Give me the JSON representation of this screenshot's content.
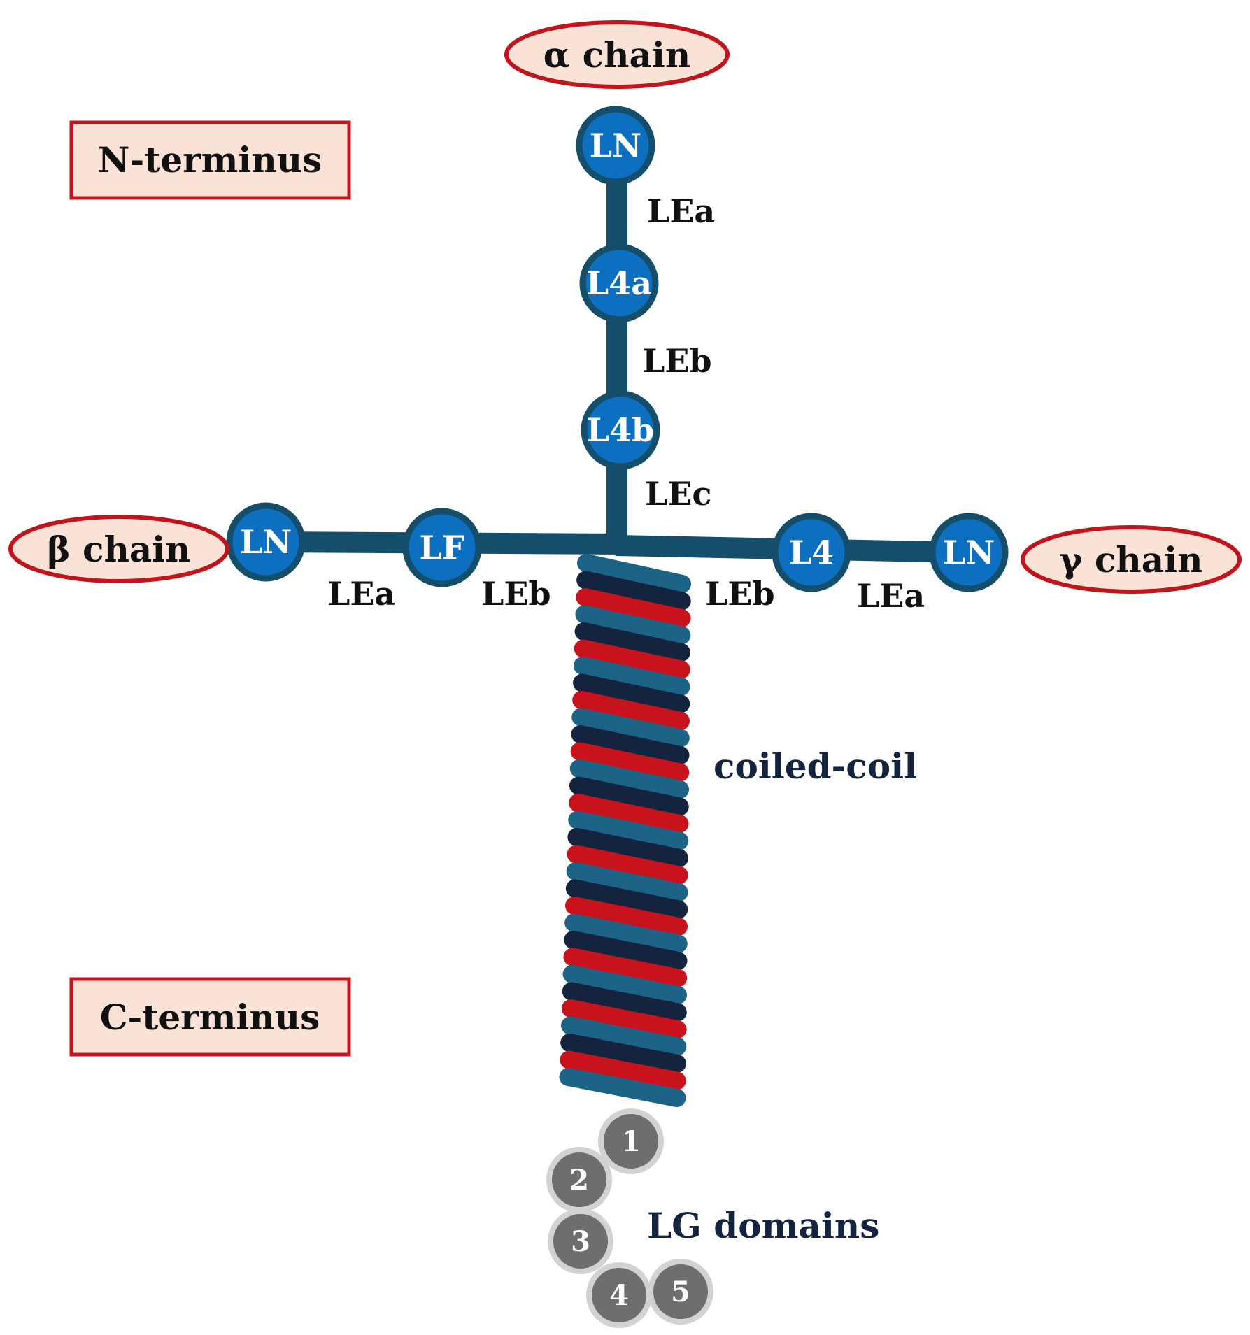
{
  "colors": {
    "arm": "#154e6a",
    "node_fill": "#0c6fc0",
    "node_stroke": "#154e6a",
    "oval_fill": "#fbe2d6",
    "oval_stroke": "#c0151c",
    "box_fill": "#fbe2d6",
    "box_stroke": "#c0151c",
    "coil_red": "#c8121c",
    "coil_dark": "#14243f",
    "coil_teal": "#1c6386",
    "lg_fill": "#6e6e6e",
    "lg_halo": "#d2d2d2"
  },
  "chains": {
    "alpha": "α chain",
    "beta": "β chain",
    "gamma": "γ chain"
  },
  "termini": {
    "n": "N-terminus",
    "c": "C-terminus"
  },
  "alpha_arm": {
    "nodes": [
      "LN",
      "L4a",
      "L4b"
    ],
    "segments": [
      "LEa",
      "LEb",
      "LEc"
    ]
  },
  "beta_arm": {
    "nodes": [
      "LN",
      "LF"
    ],
    "segments": [
      "LEa",
      "LEb"
    ]
  },
  "gamma_arm": {
    "nodes": [
      "L4",
      "LN"
    ],
    "segments": [
      "LEb",
      "LEa"
    ]
  },
  "coiled_coil_label": "coiled-coil",
  "lg": {
    "label": "LG domains",
    "domains": [
      "1",
      "2",
      "3",
      "4",
      "5"
    ]
  }
}
